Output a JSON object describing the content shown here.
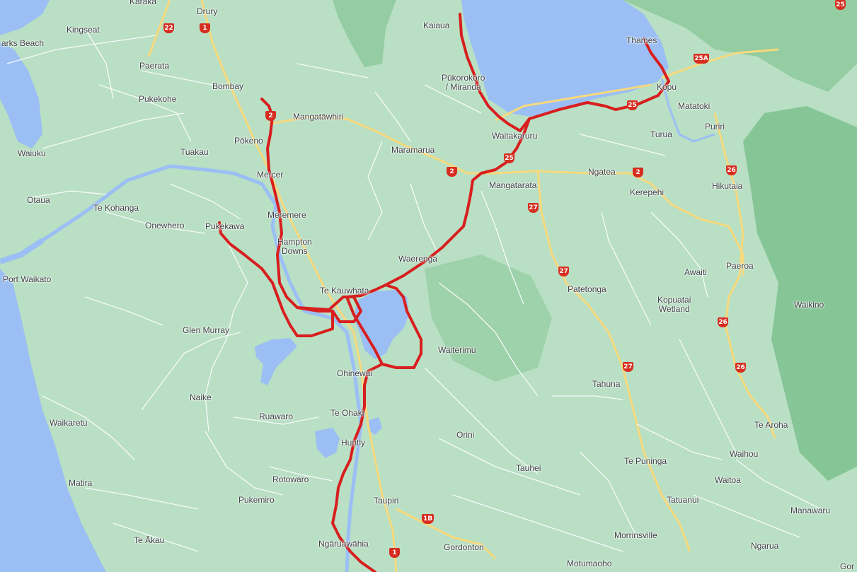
{
  "map": {
    "colors": {
      "land": "#b9dfc4",
      "water": "#9bbff4",
      "highway": "#f7d97c",
      "road": "#ffffff",
      "route": "#d81e1e",
      "forest": "#8fcc9e",
      "shield": "#d62d20"
    },
    "places": {
      "karaka": "Karaka",
      "drury": "Drury",
      "kingseat": "Kingseat",
      "clarks_beach": "arks Beach",
      "paerata": "Paerata",
      "pukekohe": "Pukekohe",
      "bombay": "Bombay",
      "waiuku": "Waiuku",
      "tuakau": "Tuakau",
      "pokeno": "Pōkeno",
      "mangatawhiri": "Mangatāwhiri",
      "mercer": "Mercer",
      "otaua": "Otaua",
      "te_kohanga": "Te Kohanga",
      "onewhero": "Onewhero",
      "pukekawa": "Pukekawa",
      "meremere": "Meremere",
      "hampton_downs": "Hampton\nDowns",
      "port_waikato": "Port Waikato",
      "te_kauwhata": "Te Kauwhata",
      "glen_murray": "Glen Murray",
      "kaiaua": "Kaiaua",
      "pukorokoro": "Pūkorokoro\n/ Miranda",
      "waitakaruru": "Waitakaruru",
      "maramarua": "Maramarua",
      "mangatarata": "Mangatarata",
      "waerenga": "Waerenga",
      "thames": "Thames",
      "kopu": "Kopu",
      "matatoki": "Matatoki",
      "turua": "Turua",
      "puriri": "Puriri",
      "ngatea": "Ngatea",
      "kerepehi": "Kerepehi",
      "hikutaia": "Hikutaia",
      "patetonga": "Patetonga",
      "awaiti": "Awaiti",
      "paeroa": "Paeroa",
      "kopuatai": "Kopuatai\nWetland",
      "waikino": "Waikino",
      "waiterimu": "Waiterimu",
      "ohinewai": "Ohinewai",
      "tahuna": "Tahuna",
      "naike": "Naike",
      "ruawaro": "Ruawaro",
      "te_ohaki": "Te Ohaki",
      "huntly": "Huntly",
      "orini": "Orini",
      "waikaretu": "Waikaretu",
      "te_aroha": "Te Aroha",
      "waihou": "Waihou",
      "te_puninga": "Te Puninga",
      "tauhei": "Tauhei",
      "matira": "Matira",
      "rotowaro": "Rotowaro",
      "waitoa": "Waitoa",
      "pukemiro": "Pukemiro",
      "taupiri": "Taupiri",
      "tatuanui": "Tatuanui",
      "manawaru": "Manawaru",
      "te_akau": "Te Ākau",
      "morrinsville": "Morrinsville",
      "ngarua": "Ngarua",
      "ngaruawahia": "Ngāruawāhia",
      "gordonton": "Gordonton",
      "motumaoho": "Motumaoho",
      "gor": "Gor"
    },
    "shields": {
      "s22": "22",
      "s1_north": "1",
      "s2_pokeno": "2",
      "s2_maramarua": "2",
      "s2_ngatea": "2",
      "s25_waitakaruru": "25",
      "s25_kopu": "25",
      "s25a": "25A",
      "s26_hikutaia": "26",
      "s26_paeroa": "26",
      "s26_south": "26",
      "s27_mangatarata": "27",
      "s27_patetonga": "27",
      "s27_tahuna": "27",
      "s1b": "1B",
      "s1_south": "1",
      "s25_corner": "25"
    }
  }
}
